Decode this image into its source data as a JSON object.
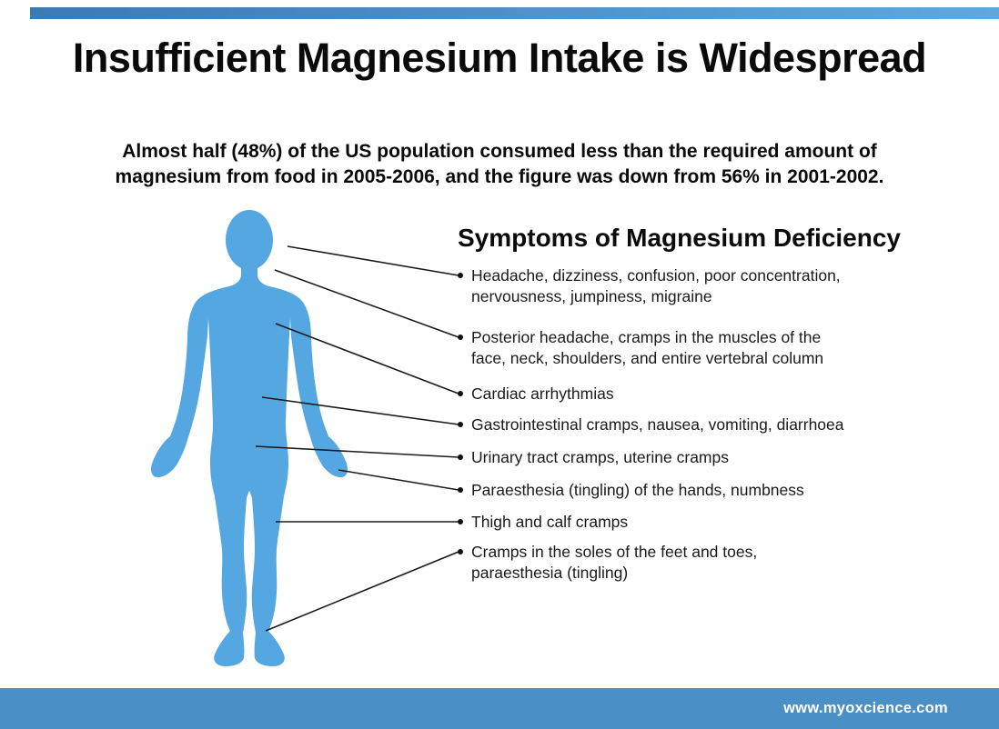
{
  "page": {
    "title": "Insufficient Magnesium Intake is Widespread",
    "subtitle": "Almost half (48%) of the US population consumed less than the required amount of\nmagnesium from food in 2005-2006, and the figure was down from 56% in 2001-2002."
  },
  "symptoms": {
    "heading": "Symptoms of Magnesium Deficiency",
    "items": [
      "Headache, dizziness, confusion, poor concentration,\nnervousness, jumpiness, migraine",
      "Posterior headache, cramps in the muscles of the\nface, neck, shoulders, and entire vertebral column",
      "Cardiac arrhythmias",
      "Gastrointestinal cramps, nausea, vomiting, diarrhoea",
      "Urinary tract cramps, uterine cramps",
      "Paraesthesia (tingling) of the hands, numbness",
      "Thigh and calf cramps",
      "Cramps in the soles of the feet and toes,\nparaesthesia (tingling)"
    ]
  },
  "figure": {
    "description": "human-body-silhouette",
    "body_color": "#54a7e0"
  },
  "footer": {
    "website": "www.myoxcience.com",
    "bar_color": "#4a8fc6"
  },
  "colors": {
    "top_bar_left": "#3b7ab2",
    "top_bar_right": "#5fa8dc",
    "line": "#1a1a1a",
    "text": "#0a0a0a",
    "background": "#ffffff"
  }
}
